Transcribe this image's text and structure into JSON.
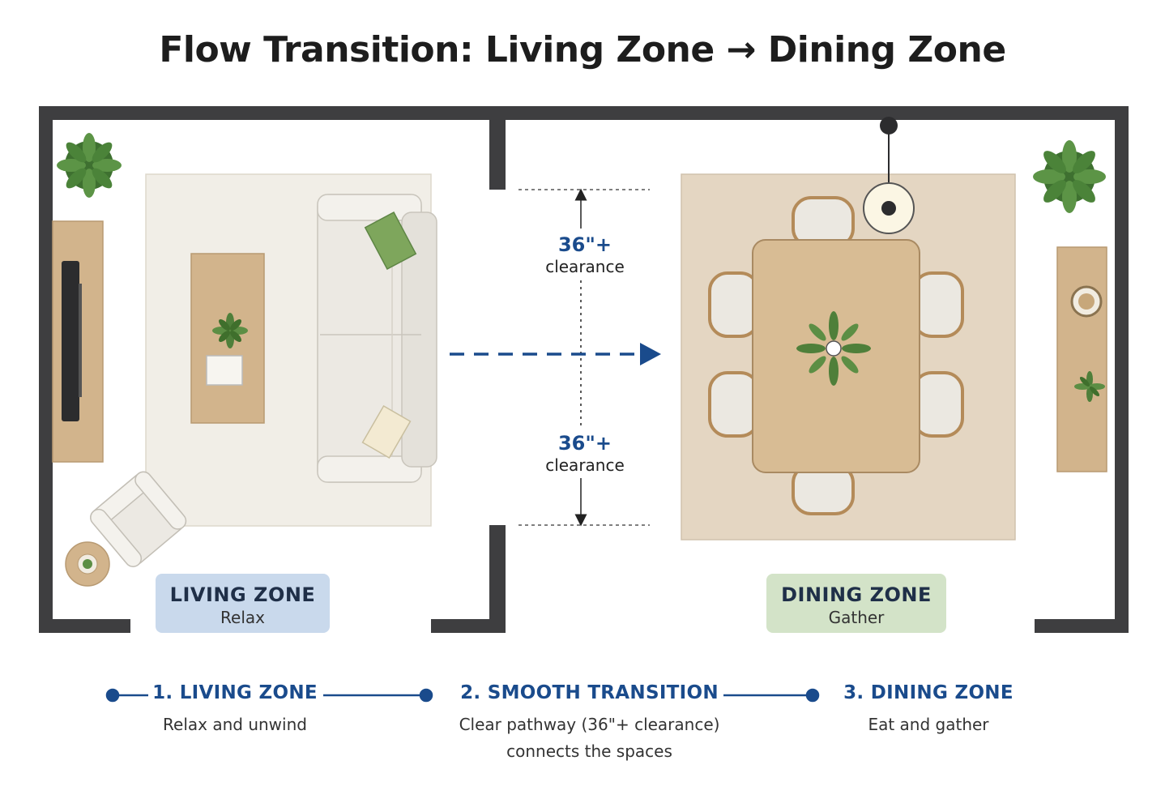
{
  "title": "Flow Transition: Living Zone → Dining Zone",
  "clearance": {
    "top": {
      "value": "36\"+",
      "label": "clearance"
    },
    "bottom": {
      "value": "36\"+",
      "label": "clearance"
    }
  },
  "zones": {
    "living": {
      "name": "LIVING ZONE",
      "sub": "Relax",
      "color": "#c9d9ec"
    },
    "dining": {
      "name": "DINING ZONE",
      "sub": "Gather",
      "color": "#d3e3c8"
    }
  },
  "steps": [
    {
      "title": "1. LIVING ZONE",
      "desc": "Relax and unwind"
    },
    {
      "title": "2. SMOOTH TRANSITION",
      "desc1": "Clear pathway (36\"+ clearance)",
      "desc2": "connects the spaces"
    },
    {
      "title": "3. DINING ZONE",
      "desc": "Eat and gather"
    }
  ],
  "colors": {
    "wall": "#3e3e40",
    "accent": "#1a4b8c",
    "wood": "#d2b48c",
    "rug_living": "#f1eee7",
    "rug_dining": "#e4d6c2",
    "plant": "#4f7f3a",
    "sofa": "#ece9e3"
  }
}
